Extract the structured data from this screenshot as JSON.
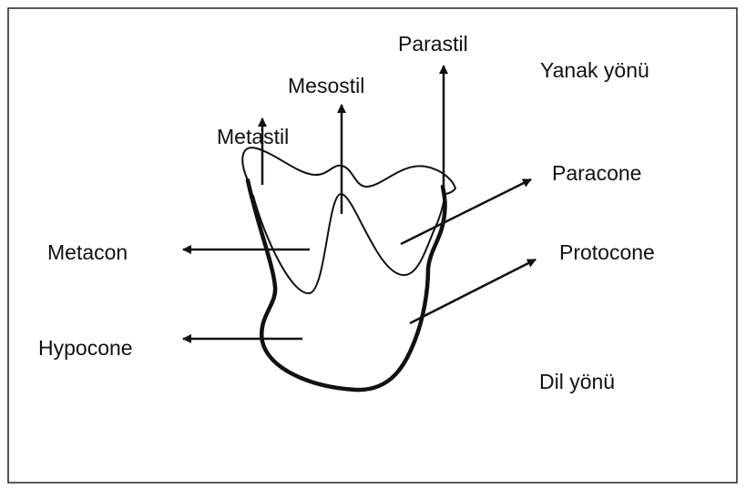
{
  "labels": {
    "parastil": "Parastil",
    "mesostil": "Mesostil",
    "metastil": "Metastil",
    "yanak_yonu": "Yanak yönü",
    "paracone": "Paracone",
    "metacon": "Metacon",
    "protocone": "Protocone",
    "hypocone": "Hypocone",
    "dil_yonu": "Dil yönü"
  },
  "colors": {
    "ink": "#111111",
    "frame": "#222222",
    "background": "#ffffff"
  }
}
